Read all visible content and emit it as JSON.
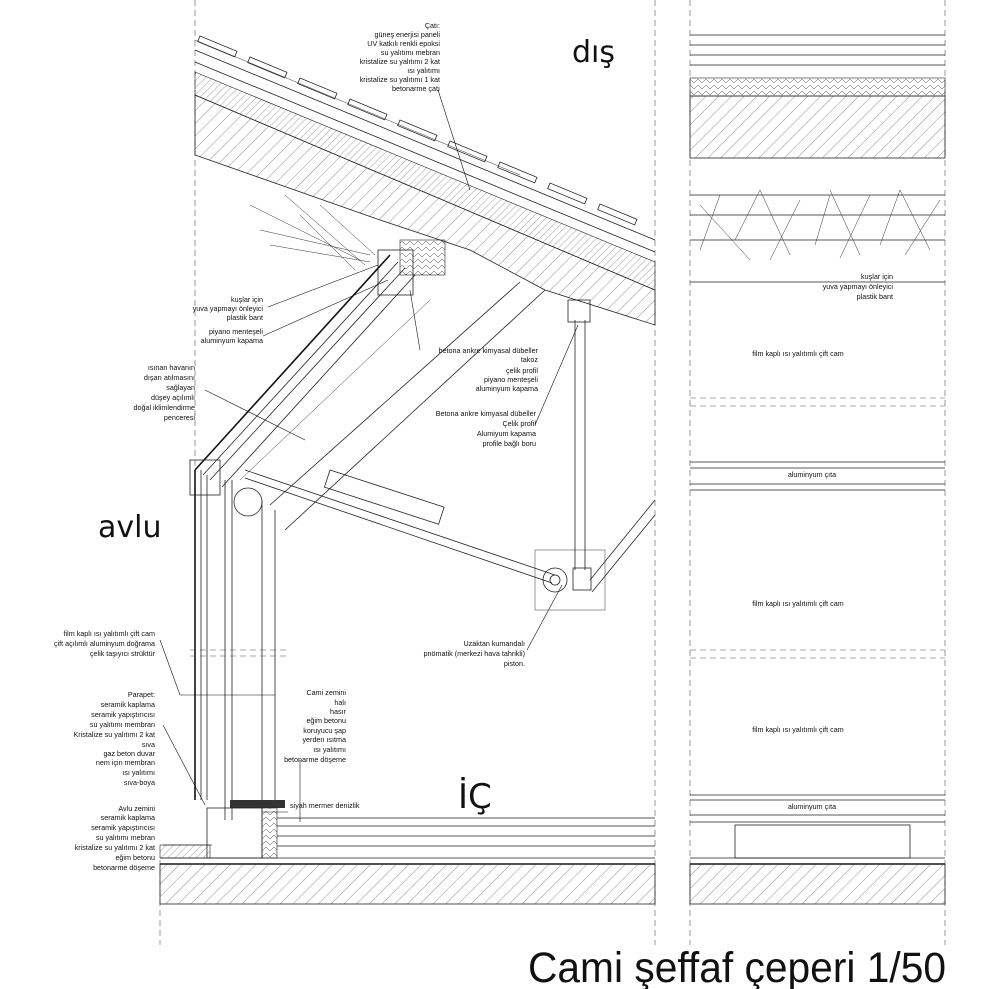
{
  "labels": {
    "dis": "dış",
    "avlu": "avlu",
    "ic": "İÇ",
    "title": "Cami şeffaf çeperi 1/50"
  },
  "notes": {
    "roof": [
      "Çatı:",
      "güneş enerjisi paneli",
      "UV katkılı renkli epoksi",
      "su yalıtımı mebran",
      "kristalize su yalıtımı 2 kat",
      "ısı yalıtımı",
      "kristalize su yalıtımı 1 kat",
      "betonarme çatı"
    ],
    "bird_band_left": [
      "kuşlar için",
      "yuva yapmayı önleyici",
      "plastik bant"
    ],
    "piano_hinge": [
      "piyano menteşeli",
      "aluminyum kapama"
    ],
    "ventilation": [
      "ısınan havanın",
      "dışarı atılmasını",
      "sağlayan",
      "düşey açılımlı",
      "doğal iklimlendirme",
      "penceresi"
    ],
    "dowel_upper": [
      "betona ankre kimyasal dübeller",
      "takoz",
      "çelik profil",
      "piyano menteşeli",
      "aluminyum kapama"
    ],
    "dowel_lower": [
      "Betona ankre kimyasal dübeller",
      "Çelik profil",
      "Alumiyum kapama",
      "profile bağlı boru"
    ],
    "glazing": [
      "film kaplı ısı yalıtımlı çift cam",
      "çift açılımlı aluminyum doğrama",
      "çelik taşıyıcı strüktür"
    ],
    "piston": [
      "Uzaktan kumandalı",
      "pnömatik (merkezi hava tahrikli)",
      "piston."
    ],
    "parapet": [
      "Parapet:",
      "seramik kaplama",
      "seramik yapıştırıcısı",
      "su yalıtımı membran",
      "Kristalize su yalıtımı 2 kat",
      "sıva",
      "gaz beton duvar",
      "nem için membran",
      "ısı yalıtımı",
      "sıva-boya"
    ],
    "courtyard_floor": [
      "Avlu zemini",
      "seramik kaplama",
      "seramik yapıştırıcısı",
      "su yalıtımı mebran",
      "kristalize su yalıtımı 2 kat",
      "eğim betonu",
      "betonarme döşeme"
    ],
    "mosque_floor": [
      "Cami zemini",
      "halı",
      "hasır",
      "eğim betonu",
      "koruyucu şap",
      "yerden ısıtma",
      "ısı yalıtımı",
      "betonarme döşeme"
    ],
    "marble": "siyah mermer denizlik",
    "bird_band_right": [
      "kuşlar için",
      "yuva yapmayı önleyici",
      "plastik bant"
    ],
    "film_glass": "film kaplı ısı yalıtımlı çift cam",
    "alu_strip": "aluminyum çıta"
  }
}
